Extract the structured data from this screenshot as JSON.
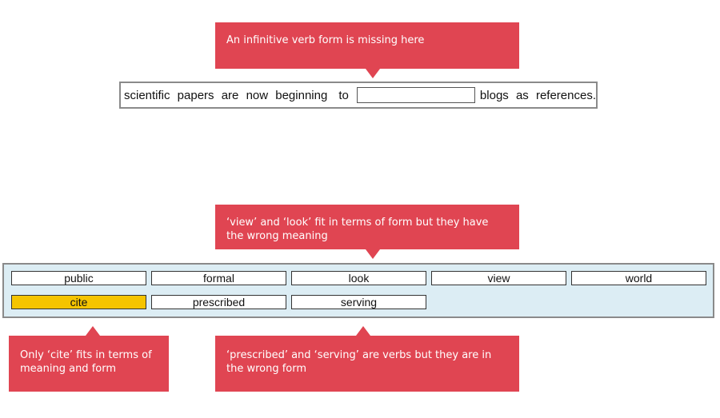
{
  "callouts": {
    "missing": "An infinitive verb form is missing here",
    "view_look": "‘view’ and ‘look’ fit in terms of form but they have the wrong meaning",
    "cite": "Only ‘cite’ fits in terms of meaning and form",
    "prescribed": "‘prescribed’ and ‘serving’ are verbs but they are in the wrong form"
  },
  "sentence": {
    "before": "scientific papers are now beginning",
    "to": "to",
    "after": "blogs as references."
  },
  "word_bank": {
    "words": [
      "public",
      "formal",
      "look",
      "view",
      "world",
      "cite",
      "prescribed",
      "serving"
    ],
    "selected": "cite",
    "highlight_color": "#f5c400",
    "background_color": "#dcedf4"
  },
  "colors": {
    "callout": "#e04552"
  }
}
